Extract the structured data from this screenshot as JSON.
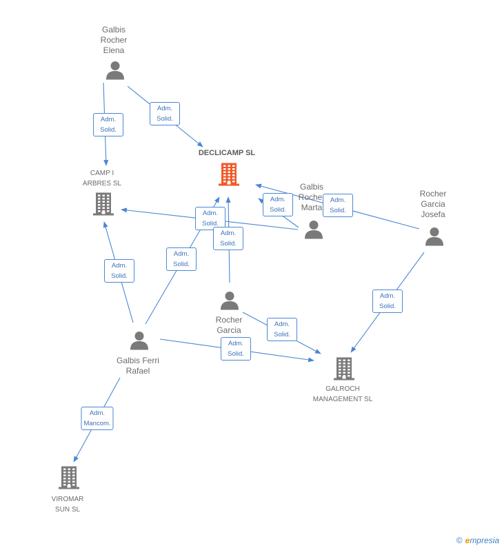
{
  "colors": {
    "edge": "#4a86d4",
    "person": "#7a7a7a",
    "company": "#7a7a7a",
    "main_company": "#f05a28"
  },
  "nodes": [
    {
      "id": "elena",
      "type": "person",
      "label": "Galbis\nRocher\nElena",
      "icon": "person-icon"
    },
    {
      "id": "declicamp",
      "type": "company",
      "main": true,
      "label": "DECLICAMP SL",
      "icon": "building-icon"
    },
    {
      "id": "camp",
      "type": "company",
      "label": "CAMP I\nARBRES SL",
      "icon": "building-icon"
    },
    {
      "id": "marta",
      "type": "person",
      "label": "Galbis\nRocher\nMarta",
      "icon": "person-icon"
    },
    {
      "id": "josefa",
      "type": "person",
      "label": "Rocher\nGarcia\nJosefa",
      "icon": "person-icon"
    },
    {
      "id": "rocher_c",
      "type": "person",
      "label": "Rocher\nGarcia\nCa...",
      "icon": "person-icon"
    },
    {
      "id": "rafael",
      "type": "person",
      "label": "Galbis Ferri\nRafael",
      "icon": "person-icon"
    },
    {
      "id": "galroch",
      "type": "company",
      "label": "GALROCH\nMANAGEMENT SL",
      "icon": "building-icon"
    },
    {
      "id": "viromar",
      "type": "company",
      "label": "VIROMAR\nSUN SL",
      "icon": "building-icon"
    }
  ],
  "edges": [
    {
      "from": "elena",
      "to": "camp",
      "label": "Adm.\nSolid."
    },
    {
      "from": "elena",
      "to": "declicamp",
      "label": "Adm.\nSolid."
    },
    {
      "from": "marta",
      "to": "declicamp",
      "label": "Adm.\nSolid."
    },
    {
      "from": "josefa",
      "to": "declicamp",
      "label": "Adm.\nSolid."
    },
    {
      "from": "marta",
      "to": "camp",
      "label": "Adm.\nSolid."
    },
    {
      "from": "rafael",
      "to": "declicamp",
      "label": "Adm.\nSolid."
    },
    {
      "from": "rocher_c",
      "to": "declicamp",
      "label": "Adm.\nSolid."
    },
    {
      "from": "rafael",
      "to": "camp",
      "label": "Adm.\nSolid."
    },
    {
      "from": "josefa",
      "to": "galroch",
      "label": "Adm.\nSolid."
    },
    {
      "from": "rocher_c",
      "to": "galroch",
      "label": "Adm.\nSolid."
    },
    {
      "from": "rafael",
      "to": "galroch",
      "label": "Adm.\nSolid."
    },
    {
      "from": "rafael",
      "to": "viromar",
      "label": "Adm.\nMancom."
    }
  ],
  "watermark": {
    "copyright": "©",
    "brand_initial": "e",
    "brand_rest": "mpresia"
  }
}
